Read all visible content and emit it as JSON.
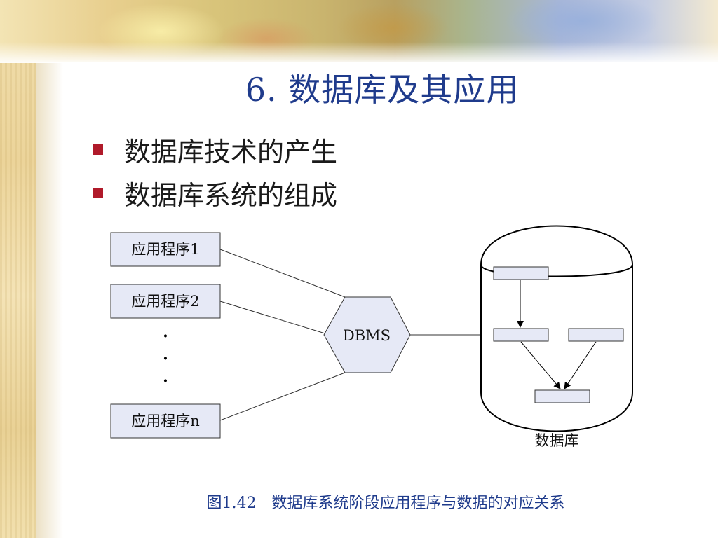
{
  "slide": {
    "title": "6. 数据库及其应用",
    "bullets": [
      "数据库技术的产生",
      "数据库系统的组成"
    ],
    "caption": "图1.42　数据库系统阶段应用程序与数据的对应关系"
  },
  "diagram": {
    "apps": [
      "应用程序1",
      "应用程序2",
      "应用程序n"
    ],
    "ellipsis": [
      "·",
      "·",
      "·"
    ],
    "dbms_label": "DBMS",
    "database_label": "数据库",
    "colors": {
      "box_fill": "#e6e9f6",
      "stroke": "#333333",
      "bullet": "#b01a2a",
      "title": "#1f3b8c"
    }
  }
}
